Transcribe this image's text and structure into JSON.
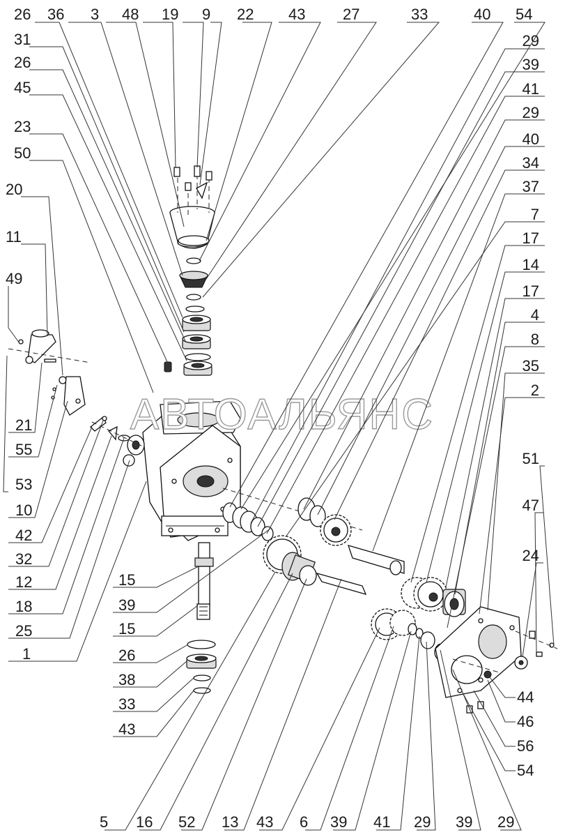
{
  "watermark": "АВТОАЛЬЯНС",
  "labels": {
    "top": [
      "26",
      "36",
      "3",
      "48",
      "19",
      "9",
      "22",
      "43",
      "27",
      "33",
      "40",
      "54"
    ],
    "left": [
      "31",
      "26",
      "45",
      "23",
      "50",
      "20",
      "11",
      "49"
    ],
    "right": [
      "29",
      "39",
      "41",
      "29",
      "40",
      "34",
      "37",
      "7",
      "17",
      "14",
      "17",
      "4",
      "8",
      "35",
      "2",
      "51",
      "47",
      "24"
    ],
    "lower_left": [
      "21",
      "55",
      "53",
      "10",
      "42",
      "32",
      "12",
      "18",
      "25",
      "1"
    ],
    "center": [
      "15",
      "39",
      "15",
      "26",
      "38",
      "33",
      "43"
    ],
    "bottom": [
      "5",
      "16",
      "52",
      "13",
      "43",
      "6",
      "39",
      "41",
      "29",
      "39",
      "29"
    ],
    "lower_right": [
      "44",
      "46",
      "56",
      "54"
    ]
  }
}
